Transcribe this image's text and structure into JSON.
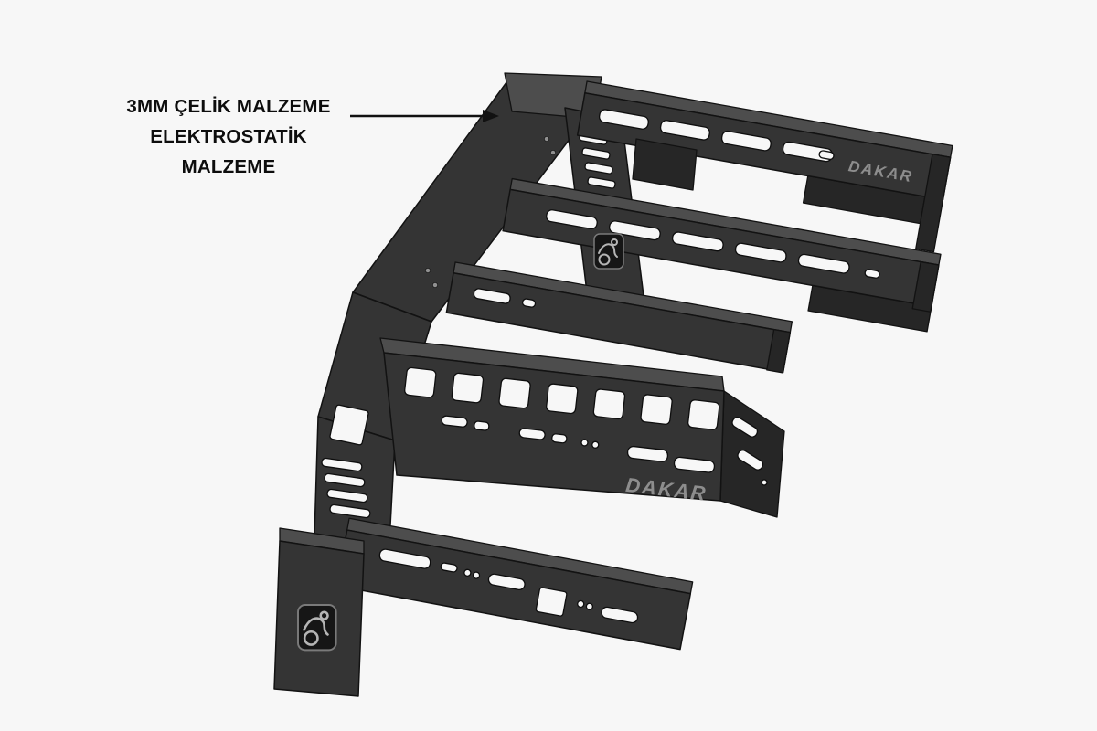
{
  "annotation": {
    "line1": "3MM ÇELİK MALZEME",
    "line2": "ELEKTROSTATİK MALZEME"
  },
  "brand": {
    "top_rail_text": "DAKAR",
    "panel_text": "DAKAR"
  },
  "icons": {
    "arrow": "arrow-right-icon",
    "logo": "dakar-rider-logo-icon"
  },
  "colors": {
    "background": "#f7f7f7",
    "steel": "#343434",
    "steel_top_face": "#4d4d4d",
    "steel_shadow": "#262626",
    "outline": "#121212",
    "engraving": "#8d8d8d",
    "annotation_text": "#0d0d0d"
  }
}
